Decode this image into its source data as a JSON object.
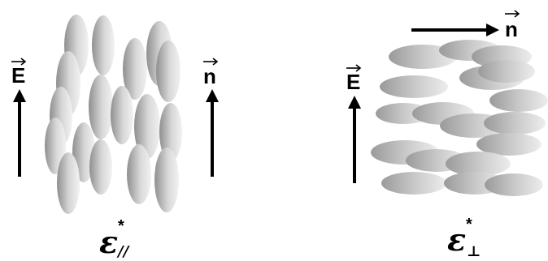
{
  "parallel_panel": {
    "field_vector": "E",
    "director_vector": "n",
    "permittivity_symbol": "ε",
    "permittivity_superscript": "*",
    "permittivity_subscript": "//"
  },
  "perpendicular_panel": {
    "field_vector": "E",
    "director_vector": "n",
    "permittivity_symbol": "ε",
    "permittivity_superscript": "*",
    "permittivity_subscript": "⊥"
  },
  "colors": {
    "ellipsoid_light": "#efefef",
    "ellipsoid_dark": "#8c8c8c",
    "arrow": "#000000"
  }
}
